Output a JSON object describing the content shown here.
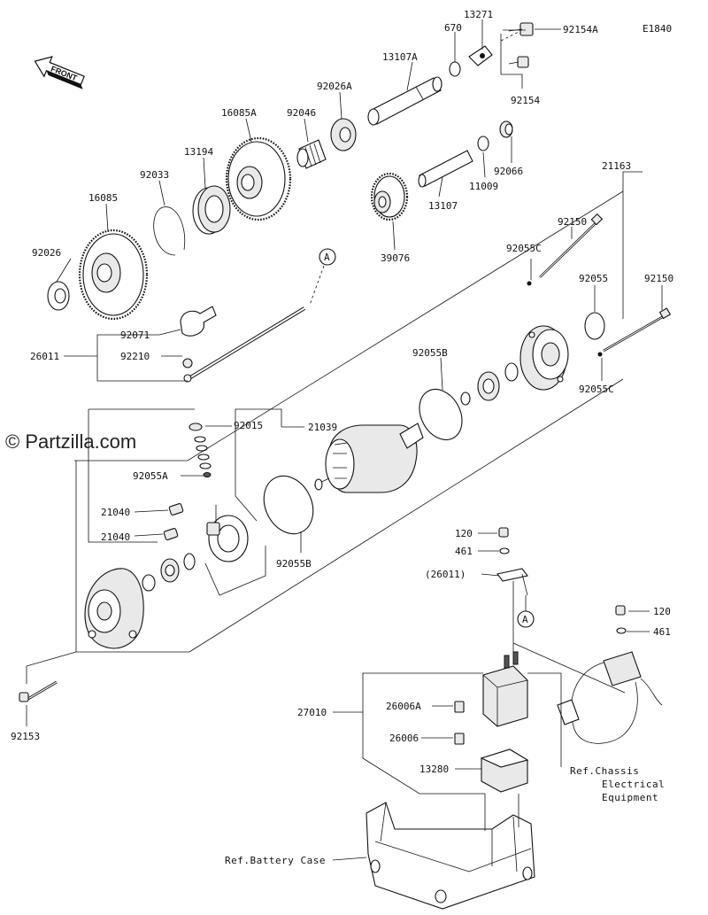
{
  "diagram_code": "E1840",
  "watermark": "© Partzilla.com",
  "front_label": "FRONT",
  "callout_letter": "A",
  "parts": [
    {
      "id": "p92154A",
      "text": "92154A"
    },
    {
      "id": "p13271",
      "text": "13271"
    },
    {
      "id": "p670",
      "text": "670"
    },
    {
      "id": "p13107A",
      "text": "13107A"
    },
    {
      "id": "p92154",
      "text": "92154"
    },
    {
      "id": "p92026A",
      "text": "92026A"
    },
    {
      "id": "p16085A",
      "text": "16085A"
    },
    {
      "id": "p92046",
      "text": "92046"
    },
    {
      "id": "p13194",
      "text": "13194"
    },
    {
      "id": "p92033",
      "text": "92033"
    },
    {
      "id": "p16085",
      "text": "16085"
    },
    {
      "id": "p92066",
      "text": "92066"
    },
    {
      "id": "p11009",
      "text": "11009"
    },
    {
      "id": "p13107",
      "text": "13107"
    },
    {
      "id": "p39076",
      "text": "39076"
    },
    {
      "id": "p21163",
      "text": "21163"
    },
    {
      "id": "p92026",
      "text": "92026"
    },
    {
      "id": "p92150a",
      "text": "92150"
    },
    {
      "id": "p92055C_a",
      "text": "92055C"
    },
    {
      "id": "p92055",
      "text": "92055"
    },
    {
      "id": "p92150b",
      "text": "92150"
    },
    {
      "id": "p92071",
      "text": "92071"
    },
    {
      "id": "p26011",
      "text": "26011"
    },
    {
      "id": "p92210",
      "text": "92210"
    },
    {
      "id": "p92055C_b",
      "text": "92055C"
    },
    {
      "id": "p92055B_a",
      "text": "92055B"
    },
    {
      "id": "p92015",
      "text": "92015"
    },
    {
      "id": "p21039",
      "text": "21039"
    },
    {
      "id": "p92055A",
      "text": "92055A"
    },
    {
      "id": "p21040a",
      "text": "21040"
    },
    {
      "id": "p21040b",
      "text": "21040"
    },
    {
      "id": "p92055B_b",
      "text": "92055B"
    },
    {
      "id": "p120a",
      "text": "120"
    },
    {
      "id": "p461a",
      "text": "461"
    },
    {
      "id": "p26011r",
      "text": "(26011)"
    },
    {
      "id": "p120b",
      "text": "120"
    },
    {
      "id": "p461b",
      "text": "461"
    },
    {
      "id": "p92153",
      "text": "92153"
    },
    {
      "id": "p27010",
      "text": "27010"
    },
    {
      "id": "p26006A",
      "text": "26006A"
    },
    {
      "id": "p26006",
      "text": "26006"
    },
    {
      "id": "p13280",
      "text": "13280"
    }
  ],
  "references": {
    "chassis_line1": "Ref.Chassis",
    "chassis_line2": "Electrical",
    "chassis_line3": "Equipment",
    "battery_case": "Ref.Battery Case"
  }
}
